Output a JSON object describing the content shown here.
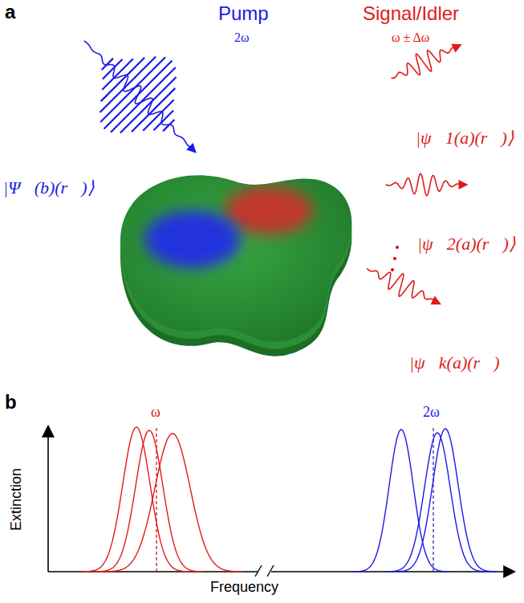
{
  "diagram": {
    "labels": [
      "a",
      "Pump",
      "2ω",
      "|Ψ⃗(b)(r⃗)⟩",
      "Signal/Idler",
      "ω ± Δω",
      "|ψ⃗1(a)(r⃗)⟩",
      "|ψ⃗2(a)(r⃗)⟩",
      "|ψ⃗k(a)(r⃗)⟩",
      "b",
      "ω",
      "2ω",
      "Extinction",
      "Frequency"
    ]
  }
}
